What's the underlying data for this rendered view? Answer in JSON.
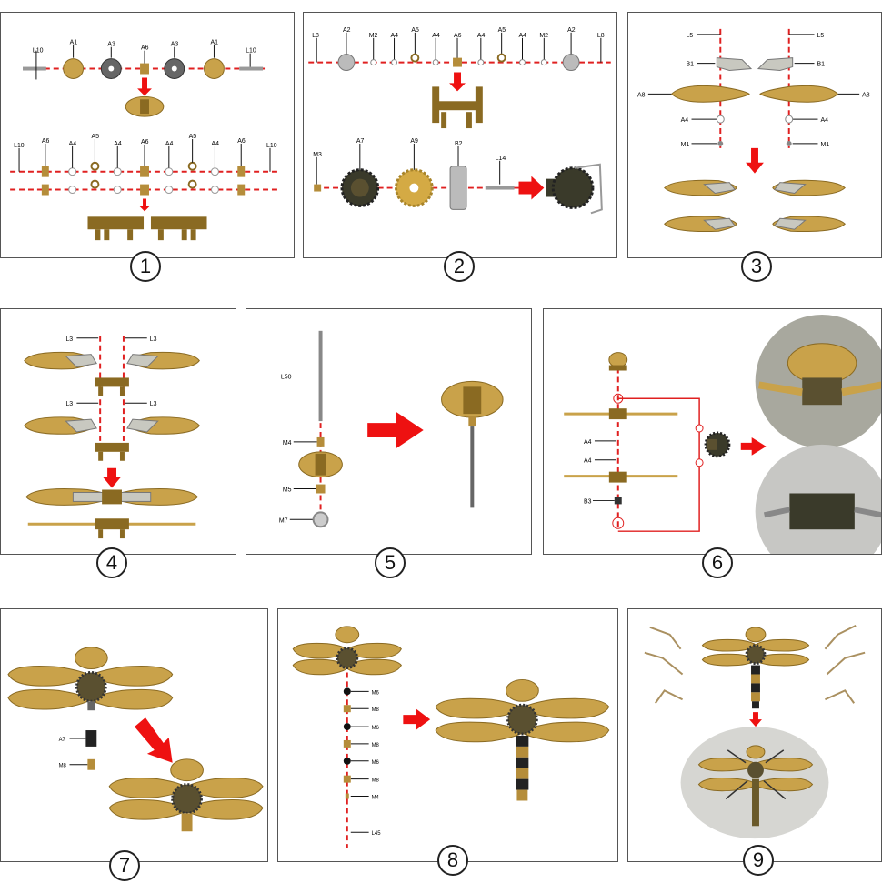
{
  "steps": [
    {
      "number": "1",
      "labels": [
        "L10",
        "A1",
        "A3",
        "A6",
        "A3",
        "A1",
        "L10",
        "L10",
        "A6",
        "A4",
        "A5",
        "A4",
        "A6",
        "A4",
        "A5",
        "A4",
        "A6",
        "L10"
      ]
    },
    {
      "number": "2",
      "labels": [
        "L8",
        "A2",
        "M2",
        "A4",
        "A5",
        "A4",
        "A6",
        "A4",
        "A5",
        "A4",
        "M2",
        "A2",
        "L8",
        "M3",
        "A7",
        "A9",
        "B2",
        "L14"
      ]
    },
    {
      "number": "3",
      "labels": [
        "L5",
        "B1",
        "A8",
        "A4",
        "M1",
        "L5",
        "B1",
        "A8",
        "A4",
        "M1"
      ]
    },
    {
      "number": "4",
      "labels": [
        "L3",
        "L3",
        "L3",
        "L3"
      ]
    },
    {
      "number": "5",
      "labels": [
        "L50",
        "M4",
        "M5",
        "M7"
      ]
    },
    {
      "number": "6",
      "labels": [
        "A4",
        "A4",
        "B3"
      ]
    },
    {
      "number": "7",
      "labels": [
        "A7",
        "M8"
      ]
    },
    {
      "number": "8",
      "labels": [
        "M6",
        "M8",
        "M6",
        "M8",
        "M6",
        "M8",
        "M4",
        "L45"
      ]
    },
    {
      "number": "9",
      "labels": []
    }
  ],
  "colors": {
    "dash": "#e02020",
    "arrow": "#ee1111",
    "brass": "#c9a24a",
    "brass_dark": "#8a6a22",
    "steel": "#a8a8a8",
    "frame": "#555555"
  }
}
